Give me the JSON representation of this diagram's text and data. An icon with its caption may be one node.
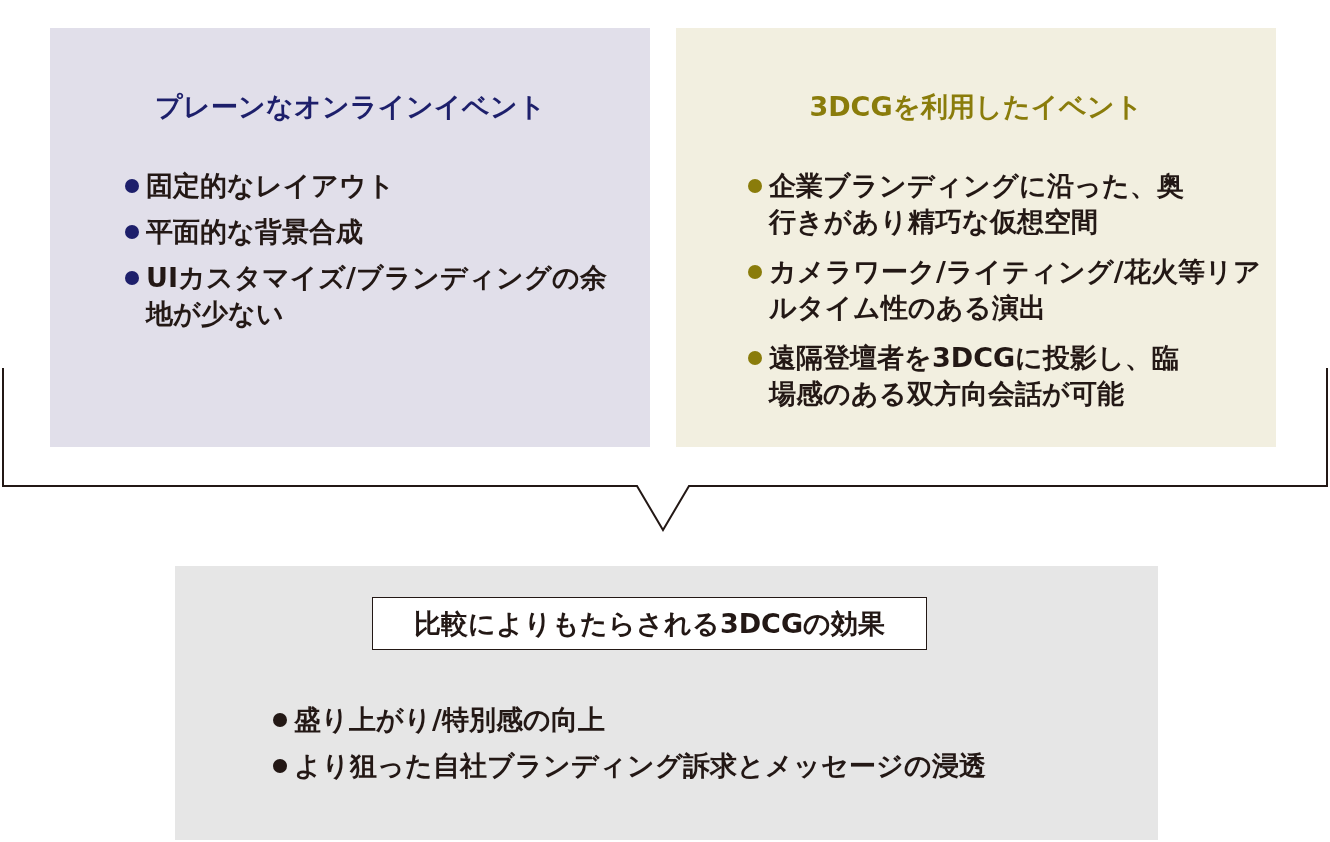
{
  "diagram": {
    "nodes": [
      {
        "text": [
          "プレーンなオンラインイベント",
          "固定的なレイアウト",
          "平面的な背景合成",
          "UIカスタマイズ/ブランディングの余地が少ない"
        ]
      },
      {
        "text": [
          "3DCGを利用したイベント",
          "企業ブランディングに沿った、奥行きがあり精巧な仮想空間",
          "カメラワーク/ライティング/花火等リアルタイム性のある演出",
          "遠隔登壇者を3DCGに投影し、臨場感のある双方向会話が可能"
        ]
      },
      {
        "text": [
          "盛り上がり/特別感の向上",
          "より狙った自社ブランディング訴求とメッセージの浸透"
        ]
      },
      {
        "text": [
          "比較によりもたらされる3DCGの効果"
        ],
        "in": 2
      }
    ],
    "edges": []
  }
}
